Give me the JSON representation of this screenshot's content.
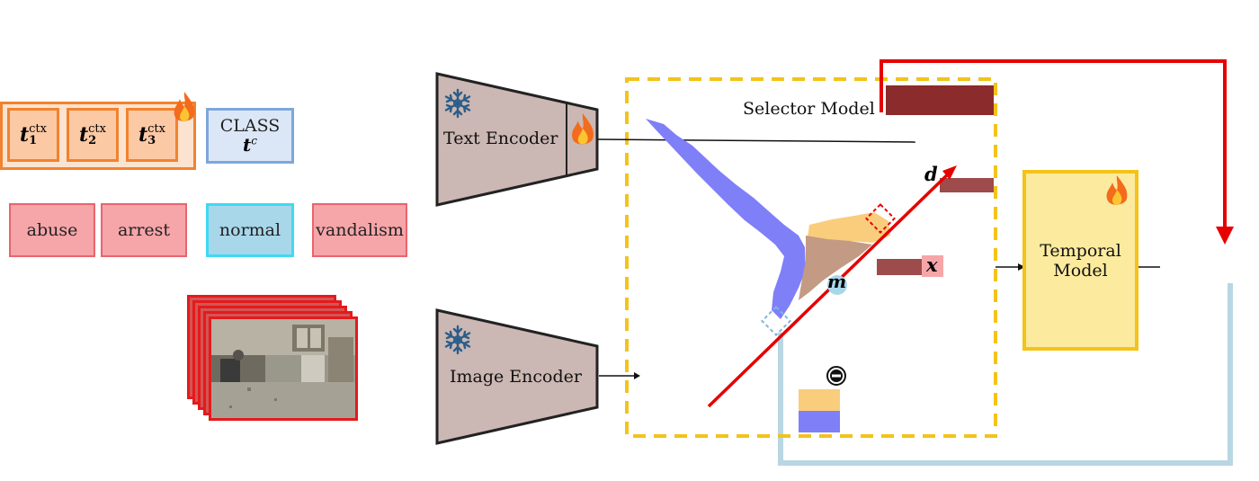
{
  "prompt": {
    "ctx_tokens": [
      {
        "base": "t",
        "sub": "1",
        "sup": "ctx"
      },
      {
        "base": "t",
        "sub": "2",
        "sup": "ctx"
      },
      {
        "base": "t",
        "sub": "3",
        "sup": "ctx"
      }
    ],
    "class_label": "CLASS",
    "class_token": {
      "base": "t",
      "sup": "c"
    }
  },
  "classes": [
    "abuse",
    "arrest",
    "normal",
    "vandalism"
  ],
  "encoders": {
    "text": "Text Encoder",
    "image": "Image Encoder"
  },
  "selector": {
    "title": "Selector Model",
    "direction_symbol": "d",
    "mean_symbol": "m",
    "feature_symbol": "x",
    "minus_symbol": "−"
  },
  "temporal": {
    "line1": "Temporal",
    "line2": "Model"
  },
  "colors": {
    "ctx_fill": "#fcc9a5",
    "ctx_border": "#f2822e",
    "class_fill": "#dbe7f7",
    "class_border": "#7ea6dc",
    "anomaly_fill": "#f6a5a9",
    "anomaly_border": "#e8656d",
    "normal_fill": "#a8d7ea",
    "normal_border": "#40d9f2",
    "encoder_fill": "#cbb7b3",
    "selector_border": "#f3c319",
    "temporal_fill": "#fcea9e",
    "arrow_red": "#e60000",
    "feedback_blue": "#b8d7e3",
    "cluster_blue": "#7f7ff8",
    "cluster_orange": "#f9cd7c",
    "cluster_brown": "#c39a84"
  },
  "icons": [
    "snowflake-icon",
    "flame-icon",
    "minus-circle-icon"
  ]
}
